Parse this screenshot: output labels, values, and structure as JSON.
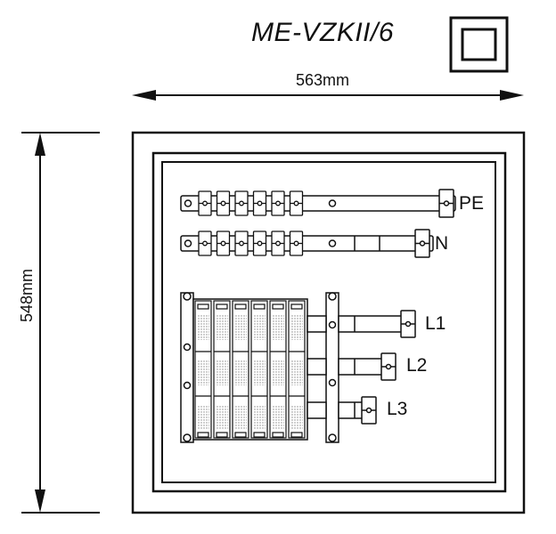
{
  "title": "ME-VZKII/6",
  "symbol": "double-square-insulation-symbol",
  "dimensions": {
    "width": "563mm",
    "height": "548mm"
  },
  "terminals": {
    "pe": "PE",
    "n": "N",
    "l1": "L1",
    "l2": "L2",
    "l3": "L3"
  }
}
